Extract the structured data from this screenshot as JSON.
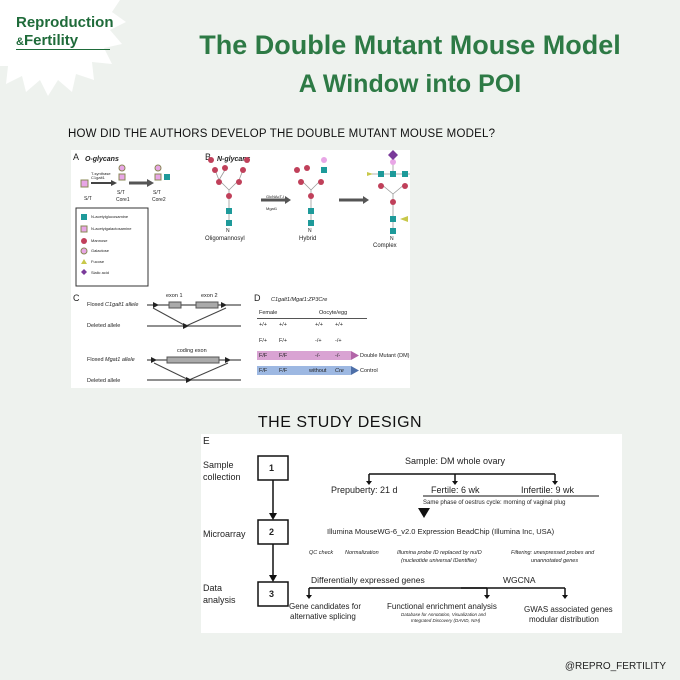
{
  "logo": {
    "line1": "Reproduction",
    "line2": "Fertility",
    "line2_prefix": "&"
  },
  "title": {
    "line1": "The Double Mutant Mouse Model",
    "line2": "A Window into POI"
  },
  "question_heading": "HOW DID THE AUTHORS DEVELOP THE DOUBLE MUTANT MOUSE MODEL?",
  "figure1": {
    "panel_a": {
      "letter": "A",
      "title": "O-glycans",
      "enzyme": "T-synthase\nC1galt1",
      "st1": "S/T",
      "st2": "S/T",
      "core1": "Core1",
      "st3": "S/T",
      "core2": "Core2",
      "legend": [
        "N-acetylglucosamine",
        "N-acetylgalactosamine",
        "Mannose",
        "Galactose",
        "Fucose",
        "Sialic acid"
      ]
    },
    "panel_b": {
      "letter": "B",
      "title": "N-glycans",
      "enzyme1": "GlcNAcT-I",
      "enzyme2": "Mgat1",
      "n1": "N",
      "n2": "N",
      "n3": "N",
      "oligo": "Oligomannosyl",
      "hybrid": "Hybrid",
      "complex": "Complex"
    },
    "panel_c": {
      "letter": "C",
      "exon1": "exon 1",
      "exon2": "exon 2",
      "floxed_c1": "Floxed",
      "floxed_c1_gene": "C1galt1 allele",
      "deleted1": "Deleted allele",
      "coding_exon": "coding exon",
      "floxed_m1": "Floxed",
      "floxed_m1_gene": "Mgat1 allele",
      "deleted2": "Deleted allele"
    },
    "panel_d": {
      "letter": "D",
      "cross": "C1galt1/Mgat1:ZP3Cre",
      "female": "Female",
      "oocyte": "Oocyte/egg",
      "row1": [
        "+/+",
        "+/+",
        "+/+",
        "+/+"
      ],
      "row2": [
        "F/+",
        "F/+",
        "-/+",
        "-/+"
      ],
      "dm_row": [
        "F/F",
        "F/F",
        "-/-",
        "-/-"
      ],
      "dm_label": "Double Mutant (DM)",
      "ctrl_row": [
        "F/F",
        "F/F",
        "without",
        "Cre"
      ],
      "ctrl_label": "Control"
    }
  },
  "study_design_heading": "THE STUDY DESIGN",
  "figure2": {
    "letter": "E",
    "steps": [
      {
        "label": "Sample\ncollection",
        "num": "1"
      },
      {
        "label": "Microarray",
        "num": "2"
      },
      {
        "label": "Data\nanalysis",
        "num": "3"
      }
    ],
    "sample": "Sample: DM whole ovary",
    "prepuberty": "Prepuberty: 21 d",
    "fertile": "Fertile: 6 wk",
    "infertile": "Infertile: 9 wk",
    "phase_note": "Same phase of oestrus cycle: morning of vaginal plug",
    "chip": "Illumina MouseWG-6_v2.0 Expression BeadChip (Illumina Inc, USA)",
    "qc": "QC check",
    "norm": "Normalization",
    "probe": "Illumina probe ID replaced by nuID",
    "probe2": "(nucleotide universal IDentifier)",
    "filter": "Filtering: unexpressed probes and",
    "filter2": "unannotated genes",
    "deg": "Differentially expressed genes",
    "wgcna": "WGCNA",
    "splicing1": "Gene candidates for",
    "splicing2": "alternative splicing",
    "enrich": "Functional enrichment analysis",
    "david1": "Database for Annotation, Visualization and",
    "david2": "Integrated Discovery (DAVID, NIH)",
    "gwas1": "GWAS associated genes",
    "gwas2": "modular distribution"
  },
  "handle": "@REPRO_FERTILITY",
  "colors": {
    "brand_green": "#2d7a45",
    "dm_pink": "#d9a3d3",
    "ctrl_blue": "#9db8e2",
    "glcnac": "#1e9a9a",
    "galnac": "#e8a6e6",
    "mannose": "#c0405a",
    "sialic": "#7a3a9a",
    "fucose": "#c8c84a"
  }
}
